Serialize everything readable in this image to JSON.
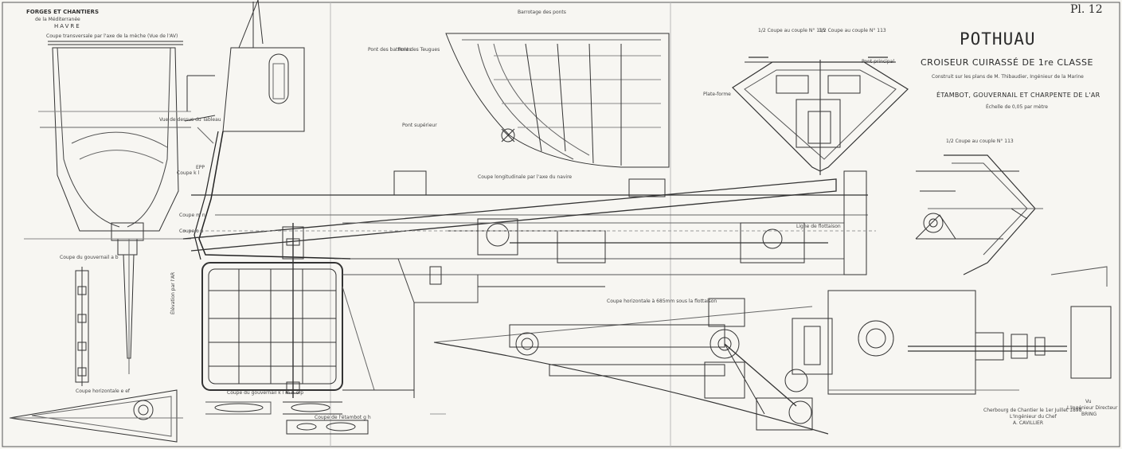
{
  "plate": {
    "number": "Pl. 12"
  },
  "title_block": {
    "ship_name": "POTHUAU",
    "ship_type": "CROISEUR CUIRASSÉ DE 1re CLASSE",
    "credit": "Construit sur les plans de M. Thibaudier, Ingénieur de la Marine",
    "sheet_subject": "ÉTAMBOT, GOUVERNAIL ET CHARPENTE DE L'AR",
    "scale": "Échelle de 0,05 par mètre"
  },
  "builder": {
    "line1": "FORGES ET CHANTIERS",
    "line2": "de la Méditerranée",
    "line3": "HAVRE"
  },
  "views": {
    "coupe_transversale_meche": "Coupe transversale par l'axe de la mèche (Vue de l'AV)",
    "barrotage_ponts": "Barrotage des ponts",
    "coupe_couple_115": "1/2 Coupe au couple N° 115",
    "coupe_couple_113_top": "1/2 Coupe au couple N° 113",
    "coupe_couple_113": "1/2 Coupe au couple N° 113",
    "coupe_longitudinale": "Coupe longitudinale par l'axe du navire",
    "coupe_horizontale": "Coupe horizontale à 685mm sous la flottaison",
    "coupe_gouvernail_ab": "Coupe du gouvernail a b",
    "coupe_horizontale_ef": "Coupe horizontale e ef",
    "coupe_gouvernail_klmnop": "Coupe du gouvernail k l m n o p",
    "coupe_etambot_gh": "Coupe de l'étambot g h"
  },
  "annotations": {
    "pont_batteries": "Pont des batteries",
    "pont_teugues": "Pont des Teugues",
    "vue_dessus": "Vue de dessus du Tableau",
    "pont_superieur": "Pont supérieur",
    "coupe_k": "Coupe k l",
    "coupe_m": "Coupe m n",
    "coupe_o": "Coupe o p",
    "elevation_label": "Élévation par l'AR",
    "pont_principal": "Pont principal",
    "plate_forme": "Plate-forme",
    "ligne_flottaison": "Ligne de flottaison",
    "epp": "EPP"
  },
  "signatures": {
    "left_line1": "Cherbourg de Chantier le 1er Juillet 1898",
    "left_line2": "L'Ingénieur du Chef",
    "left_line3": "A. CAVILLIER",
    "right_line1": "Vu",
    "right_line2": "L'Ingénieur Directeur",
    "right_line3": "BRING"
  }
}
